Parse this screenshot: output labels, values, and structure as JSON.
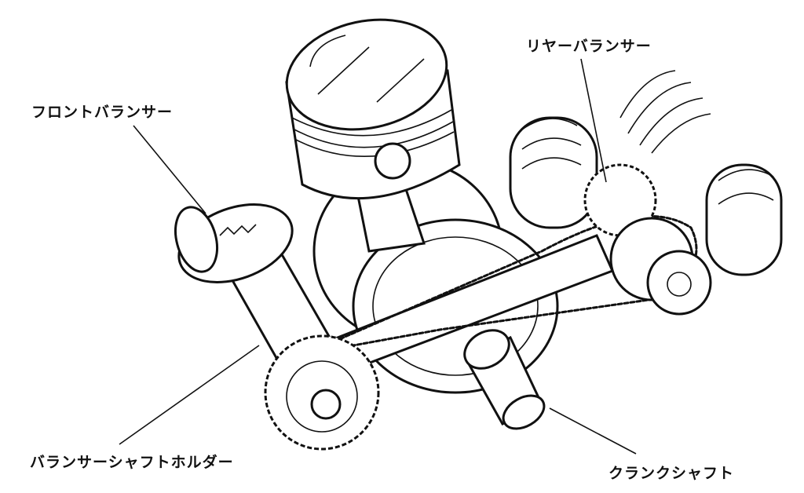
{
  "labels": {
    "front_balancer": "フロントバランサー",
    "rear_balancer": "リヤーバランサー",
    "balancer_shaft_holder": "バランサーシャフトホルダー",
    "crankshaft": "クランクシャフト"
  },
  "colors": {
    "ink": "#111111",
    "background": "#ffffff"
  }
}
